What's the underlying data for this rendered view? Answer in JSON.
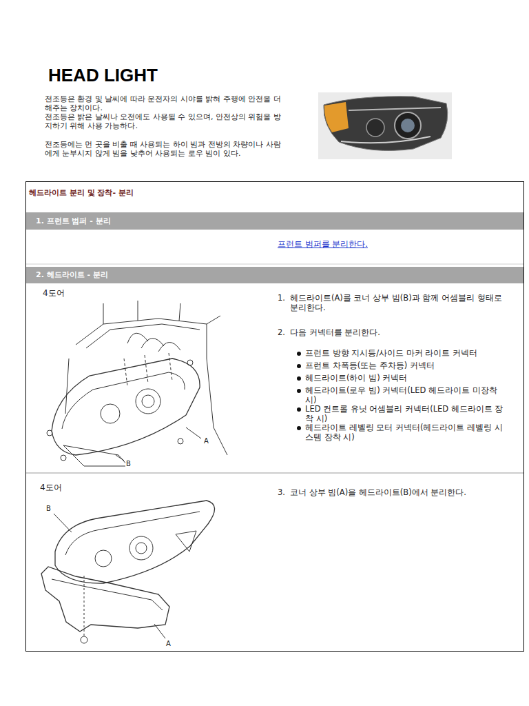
{
  "diagram": {
    "title": "HEAD LIGHT",
    "nodes": [
      {
        "text": [
          "헤드라이트 분리 및 장착- 분리"
        ]
      },
      {
        "text": [
          "1. 프런트 범퍼 - 분리"
        ],
        "in": 0
      },
      {
        "text": [
          "2. 헤드라이트 - 분리"
        ],
        "in": 0
      }
    ],
    "labels": [
      "전조등은 환경 및 날씨에 따라 운전자의 시야를 밝혀 주행에 안전을 더해주는 장치이다.",
      "전조등은 밝은 날씨나 오전에도 사용될 수 있으며, 안전상의 위험을 방지하기 위해 사용 가능하다.",
      "전조등에는 먼 곳을 비출 때 사용되는 하이 빔과 전방의 차량이나 사람에게 눈부시지 않게 빔을 낮추어 사용되는 로우 빔이 있다.",
      "프런트 범퍼를 분리한다.",
      "4도어",
      "1.",
      "헤드라이트(A)를 코너 상부 빔(B)과 함께 어셈블리 형태로 분리한다.",
      "2.",
      "다음 커넥터를 분리한다.",
      "프런트 방향 지시등/사이드 마커 라이트 커넥터",
      "프런트 차폭등(또는 주차등) 커넥터",
      "헤드라이트(하이 빔) 커넥터",
      "헤드라이트(로우 빔) 커넥터(LED 헤드라이트 미장착 시)",
      "LED 컨트롤 유닛 어셈블리 커넥터(LED 헤드라이트 장착 시)",
      "헤드라이트 레벨링 모터 커넥터(헤드라이트 레벨링 시스템 장착 시)",
      "A",
      "B",
      "4도어",
      "3.",
      "코너 상부 빔(A)을 헤드라이트(B)에서 분리한다.",
      "B",
      "A"
    ]
  }
}
